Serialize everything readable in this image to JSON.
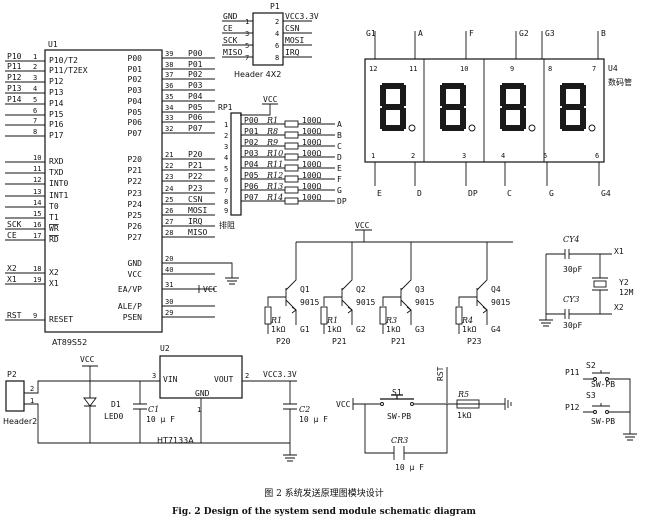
{
  "mcu": {
    "ref": "U1",
    "part": "AT89S52",
    "left_pins": [
      {
        "net": "P10",
        "name": "P10/T2",
        "num": "1"
      },
      {
        "net": "P11",
        "name": "P11/T2EX",
        "num": "2"
      },
      {
        "net": "P12",
        "name": "P12",
        "num": "3"
      },
      {
        "net": "P13",
        "name": "P13",
        "num": "4"
      },
      {
        "net": "P14",
        "name": "P14",
        "num": "5"
      },
      {
        "net": "",
        "name": "P15",
        "num": "6"
      },
      {
        "net": "",
        "name": "P16",
        "num": "7"
      },
      {
        "net": "",
        "name": "P17",
        "num": "8"
      },
      {
        "net": "",
        "name": "RXD",
        "num": "10"
      },
      {
        "net": "",
        "name": "TXD",
        "num": "11"
      },
      {
        "net": "",
        "name": "INT0",
        "num": "12"
      },
      {
        "net": "",
        "name": "INT1",
        "num": "13"
      },
      {
        "net": "",
        "name": "T0",
        "num": "14"
      },
      {
        "net": "",
        "name": "T1",
        "num": "15"
      },
      {
        "net": "SCK",
        "name": "WR",
        "num": "16"
      },
      {
        "net": "CE",
        "name": "RD",
        "num": "17"
      },
      {
        "net": "X2",
        "name": "X2",
        "num": "18"
      },
      {
        "net": "X1",
        "name": "X1",
        "num": "19"
      },
      {
        "net": "RST",
        "name": "RESET",
        "num": "9"
      }
    ],
    "right_pins": [
      {
        "name": "P00",
        "num": "39",
        "net": "P00"
      },
      {
        "name": "P01",
        "num": "38",
        "net": "P01"
      },
      {
        "name": "P02",
        "num": "37",
        "net": "P02"
      },
      {
        "name": "P03",
        "num": "36",
        "net": "P03"
      },
      {
        "name": "P04",
        "num": "35",
        "net": "P04"
      },
      {
        "name": "P05",
        "num": "34",
        "net": "P05"
      },
      {
        "name": "P06",
        "num": "33",
        "net": "P06"
      },
      {
        "name": "P07",
        "num": "32",
        "net": "P07"
      },
      {
        "name": "P20",
        "num": "21",
        "net": "P20"
      },
      {
        "name": "P21",
        "num": "22",
        "net": "P21"
      },
      {
        "name": "P22",
        "num": "23",
        "net": "P22"
      },
      {
        "name": "P23",
        "num": "24",
        "net": "P23"
      },
      {
        "name": "P24",
        "num": "25",
        "net": "CSN"
      },
      {
        "name": "P25",
        "num": "26",
        "net": "MOSI"
      },
      {
        "name": "P26",
        "num": "27",
        "net": "IRQ"
      },
      {
        "name": "P27",
        "num": "28",
        "net": "MISO"
      },
      {
        "name": "GND",
        "num": "20",
        "net": ""
      },
      {
        "name": "VCC",
        "num": "40",
        "net": ""
      },
      {
        "name": "EA/VP",
        "num": "31",
        "net": "VCC"
      },
      {
        "name": "ALE/P",
        "num": "30",
        "net": ""
      },
      {
        "name": "PSEN",
        "num": "29",
        "net": ""
      }
    ]
  },
  "header": {
    "ref": "P1",
    "name": "Header 4X2",
    "left": [
      {
        "net": "GND",
        "num": "1"
      },
      {
        "net": "CE",
        "num": "3"
      },
      {
        "net": "SCK",
        "num": "5"
      },
      {
        "net": "MISO",
        "num": "7"
      }
    ],
    "right": [
      {
        "net": "VCC3.3V",
        "num": "2"
      },
      {
        "net": "CSN",
        "num": "4"
      },
      {
        "net": "MOSI",
        "num": "6"
      },
      {
        "net": "IRQ",
        "num": "8"
      }
    ]
  },
  "rpack": {
    "ref": "RP1",
    "label": "排阻",
    "vcc": "VCC",
    "rows": [
      {
        "net": "P00",
        "r": "R1",
        "val": "100Ω",
        "seg": "A",
        "num": "1"
      },
      {
        "net": "P01",
        "r": "R8",
        "val": "100Ω",
        "seg": "B",
        "num": "2"
      },
      {
        "net": "P02",
        "r": "R9",
        "val": "100Ω",
        "seg": "C",
        "num": "3"
      },
      {
        "net": "P03",
        "r": "R10",
        "val": "100Ω",
        "seg": "D",
        "num": "4"
      },
      {
        "net": "P04",
        "r": "R11",
        "val": "100Ω",
        "seg": "E",
        "num": "5"
      },
      {
        "net": "P05",
        "r": "R12",
        "val": "100Ω",
        "seg": "F",
        "num": "6"
      },
      {
        "net": "P06",
        "r": "R13",
        "val": "100Ω",
        "seg": "G",
        "num": "7"
      },
      {
        "net": "P07",
        "r": "R14",
        "val": "100Ω",
        "seg": "DP",
        "num": "8"
      }
    ],
    "last_num": "9"
  },
  "display": {
    "ref": "U4",
    "name": "数码管",
    "top_labels": [
      "G1",
      "A",
      "F",
      "G2",
      "G3",
      "B"
    ],
    "top_nums": [
      "12",
      "11",
      "10",
      "9",
      "8",
      "7"
    ],
    "bottom_labels": [
      "E",
      "D",
      "DP",
      "C",
      "G",
      "G4"
    ],
    "bottom_nums": [
      "1",
      "2",
      "3",
      "4",
      "5",
      "6"
    ]
  },
  "drivers": {
    "vcc": "VCC",
    "items": [
      {
        "q": "Q1",
        "part": "9015",
        "r": "R1",
        "rv": "1kΩ",
        "g": "G1",
        "p": "P20"
      },
      {
        "q": "Q2",
        "part": "9015",
        "r": "R1",
        "rv": "1kΩ",
        "g": "G2",
        "p": "P21"
      },
      {
        "q": "Q3",
        "part": "9015",
        "r": "R3",
        "rv": "1kΩ",
        "g": "G3",
        "p": "P21"
      },
      {
        "q": "Q4",
        "part": "9015",
        "r": "R4",
        "rv": "1kΩ",
        "g": "G4",
        "p": "P23"
      }
    ]
  },
  "crystal": {
    "cy4": "CY4",
    "cy4v": "30pF",
    "cy3": "CY3",
    "cy3v": "30pF",
    "y": "Y2",
    "yv": "12M",
    "x1": "X1",
    "x2": "X2"
  },
  "keys": {
    "s2": "S2",
    "s2v": "SW-PB",
    "p11": "P11",
    "s3": "S3",
    "s3v": "SW-PB",
    "p12": "P12"
  },
  "power": {
    "p2": "P2",
    "p2name": "Header2",
    "vcc": "VCC",
    "d1": "D1",
    "d1v": "LED0",
    "c1": "C1",
    "c1v": "10 μ F",
    "u2": "U2",
    "u2name": "HT7133A",
    "vin": "VIN",
    "vout": "VOUT",
    "gnd": "GND",
    "out_net": "VCC3.3V",
    "c2": "C2",
    "c2v": "10 μ F",
    "pin3": "3",
    "pin2": "2",
    "pin1": "1"
  },
  "reset": {
    "rst": "RST",
    "vcc": "VCC",
    "s1": "S1",
    "s1v": "SW-PB",
    "r": "R5",
    "rv": "1kΩ",
    "cr": "CR3",
    "crv": "10 μ F"
  },
  "caption": {
    "cn": "图 2   系统发送原理图模块设计",
    "en": "Fig. 2   Design of the system send module schematic diagram"
  }
}
